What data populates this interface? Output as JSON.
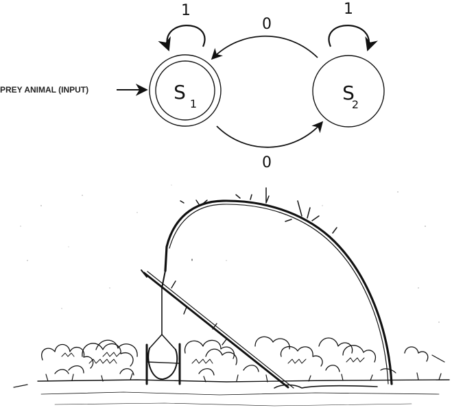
{
  "fsm": {
    "input_label": "PREY ANIMAL (INPUT)",
    "states": [
      {
        "id": "s1",
        "name": "S",
        "sub": "1",
        "accepting": true
      },
      {
        "id": "s2",
        "name": "S",
        "sub": "2",
        "accepting": false
      }
    ],
    "transitions": [
      {
        "from": "s1",
        "to": "s1",
        "label": "1"
      },
      {
        "from": "s2",
        "to": "s2",
        "label": "1"
      },
      {
        "from": "s2",
        "to": "s1",
        "label": "0"
      },
      {
        "from": "s1",
        "to": "s2",
        "label": "0"
      }
    ]
  },
  "illustration": {
    "subject": "bent-sapling-snare-trap-drawing"
  }
}
